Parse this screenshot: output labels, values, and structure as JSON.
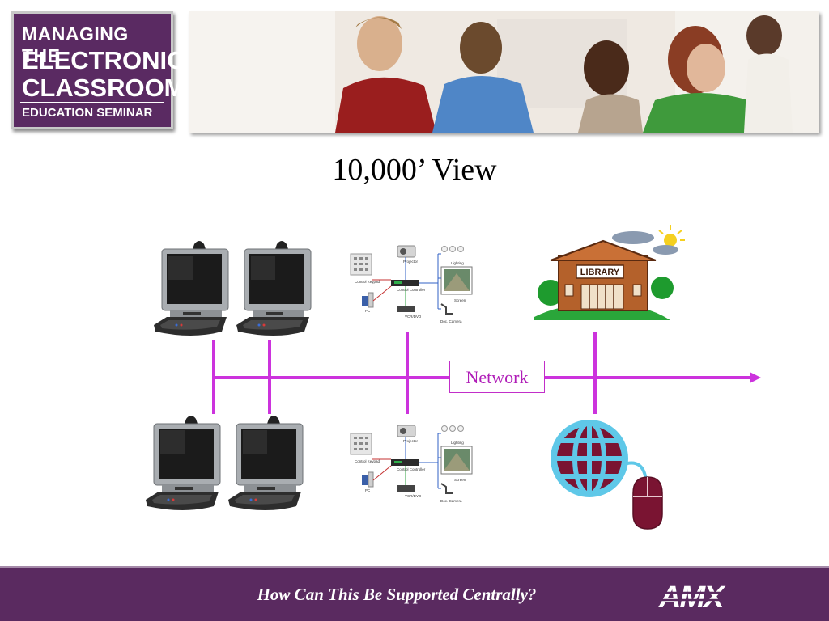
{
  "logo": {
    "line1": "MANAGING THE",
    "line2": "ELECTRONIC",
    "line3": "CLASSROOM",
    "line4": "EDUCATION SEMINAR"
  },
  "title": "10,000’ View",
  "network_label": "Network",
  "library_sign": "LIBRARY",
  "system_labels": {
    "projector": "Projector",
    "lighting": "Lighting",
    "control_keypad": "Control Keypad",
    "control_controller": "Control Controller",
    "screen": "Screen",
    "pc": "PC",
    "vcr_dvd": "VCR/DVD",
    "doc_camera": "Doc. Camera"
  },
  "footer_text": "How Can This Be Supported Centrally?",
  "brand": "AMX",
  "colors": {
    "purple_bar": "#5a2a60",
    "network_line": "#cc33dd",
    "network_text": "#b01eb8"
  }
}
